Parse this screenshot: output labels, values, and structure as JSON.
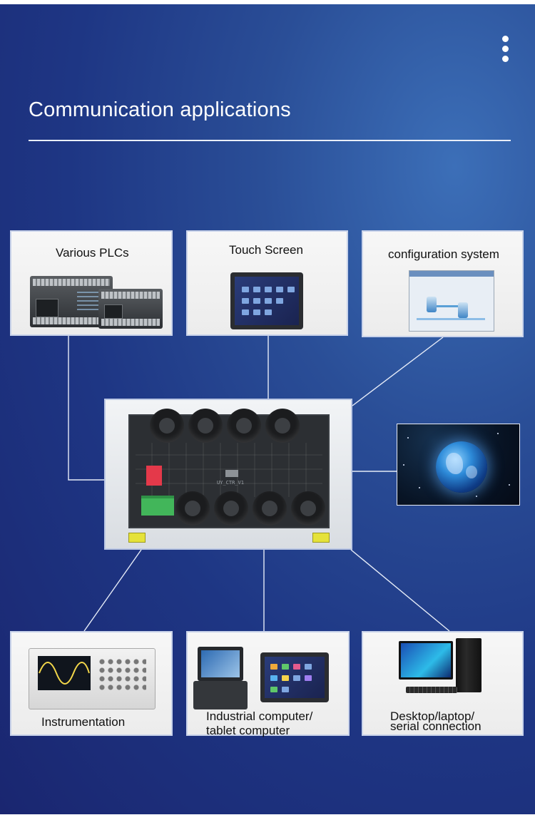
{
  "header": {
    "title": "Communication applications",
    "menu_icon": "vertical-dots-icon"
  },
  "cards": {
    "plc": {
      "label": "Various PLCs"
    },
    "touch": {
      "label": "Touch Screen"
    },
    "config": {
      "label": "configuration system"
    },
    "instrument": {
      "label": "Instrumentation"
    },
    "industrial": {
      "label_line1": "Industrial computer/",
      "label_line2": "tablet computer"
    },
    "desktop": {
      "label_line1": "Desktop/laptop/",
      "label_line2": "serial connection"
    }
  },
  "device": {
    "model": "UY_CTR_V1"
  },
  "colors": {
    "background": "#1e3684",
    "line": "#e6ecf8",
    "card_border": "#c9d3ea"
  }
}
